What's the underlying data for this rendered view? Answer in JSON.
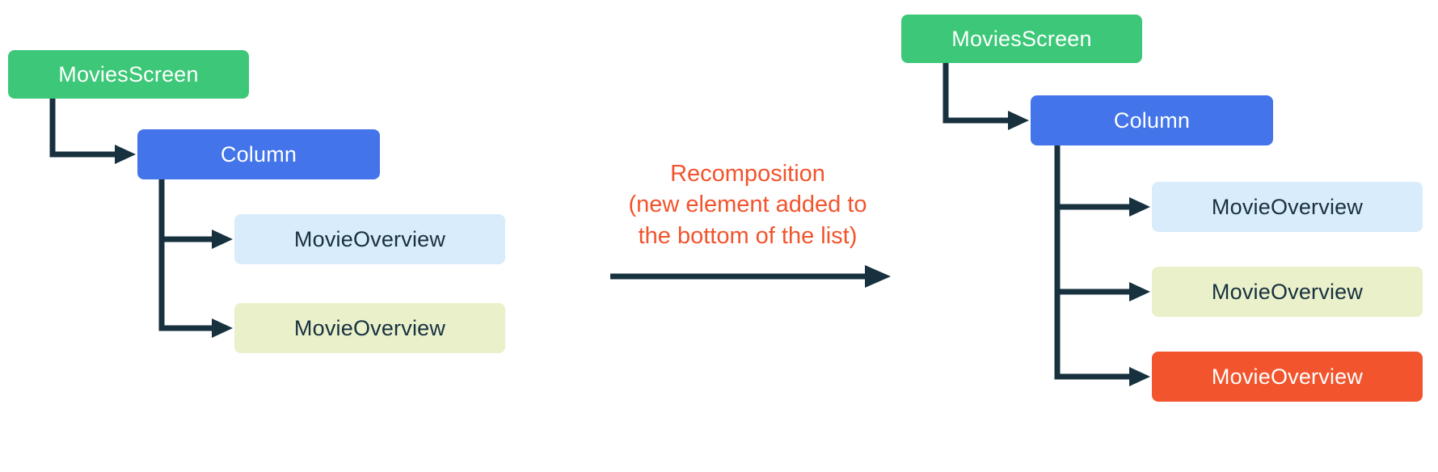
{
  "left_tree": {
    "root": "MoviesScreen",
    "child": "Column",
    "leaves": [
      "MovieOverview",
      "MovieOverview"
    ]
  },
  "right_tree": {
    "root": "MoviesScreen",
    "child": "Column",
    "leaves": [
      "MovieOverview",
      "MovieOverview",
      "MovieOverview"
    ]
  },
  "annotation": {
    "line1": "Recomposition",
    "line2": "(new element added to",
    "line3": "the bottom of the list)"
  },
  "colors": {
    "root_green": "#3CC878",
    "column_blue": "#4374E9",
    "leaf_light_blue": "#D9ECFB",
    "leaf_light_green": "#EAF0CA",
    "leaf_new_orange": "#F2542D",
    "connector_dark": "#17313F",
    "annotation_orange": "#F2542D"
  }
}
